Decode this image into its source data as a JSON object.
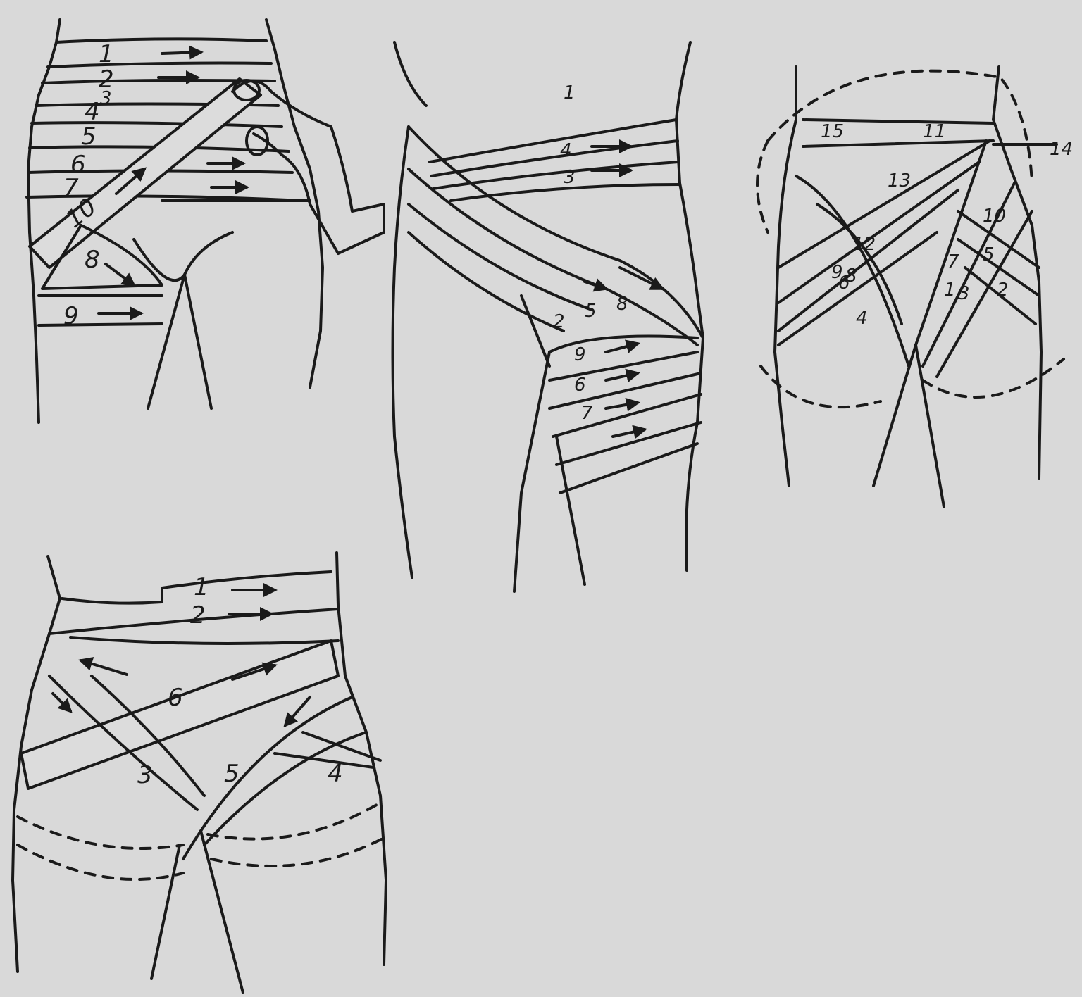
{
  "figures": {
    "front_spica": {
      "labels": [
        "1",
        "2",
        "3",
        "4",
        "5",
        "6",
        "7",
        "8",
        "9",
        "10"
      ]
    },
    "side_spica": {
      "labels": [
        "1",
        "2",
        "3",
        "4",
        "5",
        "6",
        "7",
        "8",
        "9"
      ]
    },
    "back_spica": {
      "labels": [
        "1",
        "2",
        "3",
        "4",
        "5",
        "6",
        "7",
        "8",
        "9",
        "10",
        "11",
        "12",
        "13",
        "14",
        "15"
      ]
    },
    "bottom_spica": {
      "labels": [
        "1",
        "2",
        "3",
        "4",
        "5",
        "6"
      ]
    }
  }
}
